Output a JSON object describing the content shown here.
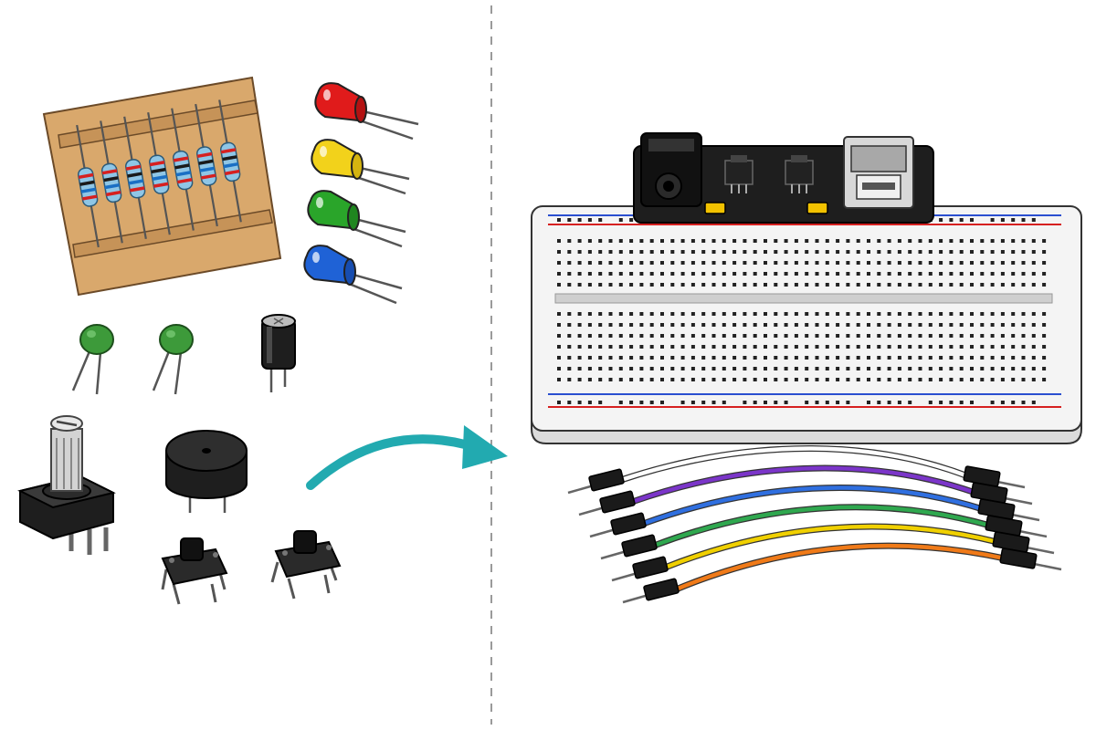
{
  "colors": {
    "background": "#ffffff",
    "divider": "#9a9a9a",
    "cardboard": "#d9a86c",
    "resistor_body": "#8fc6e6",
    "led_red": "#e01b1b",
    "led_yellow": "#f2d21b",
    "led_green": "#2aa52a",
    "led_blue": "#1f62d6",
    "ceramic_cap": "#3d9a3a",
    "electrolytic_cap": "#1e1e1e",
    "arrow": "#22aab0",
    "breadboard": "#f4f4f4",
    "rail_red": "#d62020",
    "rail_blue": "#2a4fd0",
    "power_module": "#1e1e1e",
    "jumper_yellow_block": "#f2c200",
    "wire_colors": [
      "#ffffff",
      "#7b35c9",
      "#2f6fe0",
      "#2fa84f",
      "#f0d000",
      "#f07a18"
    ]
  },
  "left_panel": {
    "components": {
      "resistor_strip": {
        "count": 7
      },
      "leds": [
        "red",
        "yellow",
        "green",
        "blue"
      ],
      "ceramic_capacitors": {
        "count": 2
      },
      "electrolytic_capacitor": {
        "count": 1
      },
      "potentiometer": {
        "count": 1
      },
      "buzzer": {
        "count": 1
      },
      "push_buttons": {
        "count": 2
      }
    }
  },
  "right_panel": {
    "breadboard": {
      "has_power_module": true,
      "power_rails": 2
    },
    "jumper_wires": {
      "count": 6
    }
  },
  "icons": {
    "divider": "dashed-divider-line",
    "arrow": "curved-arrow-icon"
  }
}
